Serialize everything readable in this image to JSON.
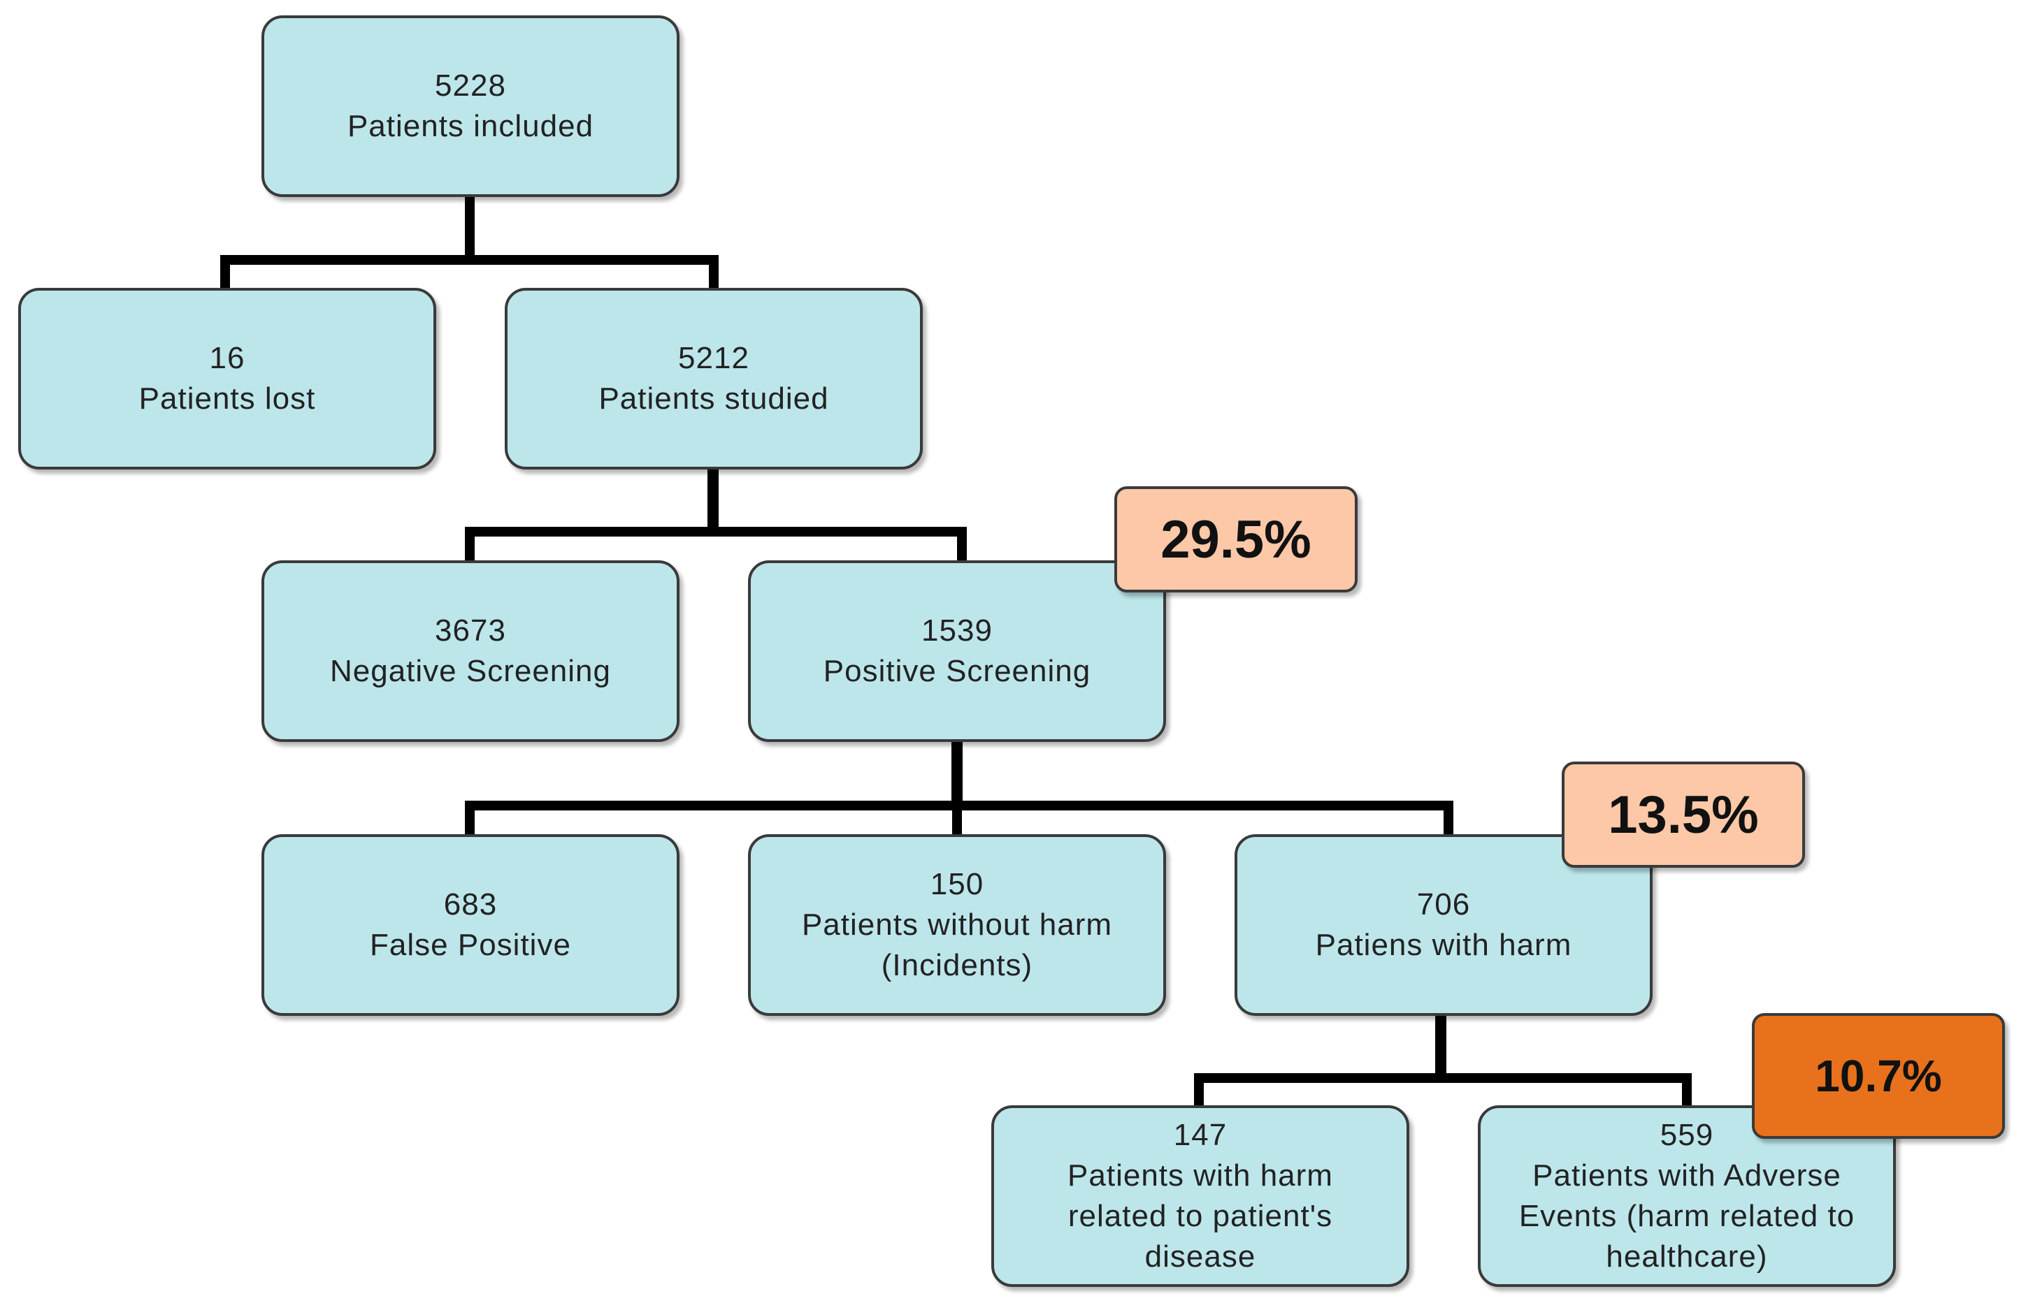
{
  "colors": {
    "box_fill": "#bde6eb",
    "box_border": "#3a3a3a",
    "connector": "#000000",
    "badge_light": "#fcc8a8",
    "badge_dark": "#e8711c"
  },
  "nodes": {
    "included": {
      "count": "5228",
      "label": "Patients included"
    },
    "lost": {
      "count": "16",
      "label": "Patients lost"
    },
    "studied": {
      "count": "5212",
      "label": "Patients studied"
    },
    "negative": {
      "count": "3673",
      "label": "Negative Screening"
    },
    "positive": {
      "count": "1539",
      "label": "Positive Screening"
    },
    "false_positive": {
      "count": "683",
      "label": "False Positive"
    },
    "without_harm": {
      "count": "150",
      "label": "Patients without harm\n(Incidents)"
    },
    "with_harm": {
      "count": "706",
      "label": "Patiens with harm"
    },
    "disease_harm": {
      "count": "147",
      "label": "Patients with harm\nrelated to patient's\ndisease"
    },
    "adverse_events": {
      "count": "559",
      "label": "Patients with Adverse\nEvents (harm related to\nhealthcare)"
    }
  },
  "badges": {
    "positive_rate": "29.5%",
    "harm_rate": "13.5%",
    "adverse_rate": "10.7%"
  }
}
